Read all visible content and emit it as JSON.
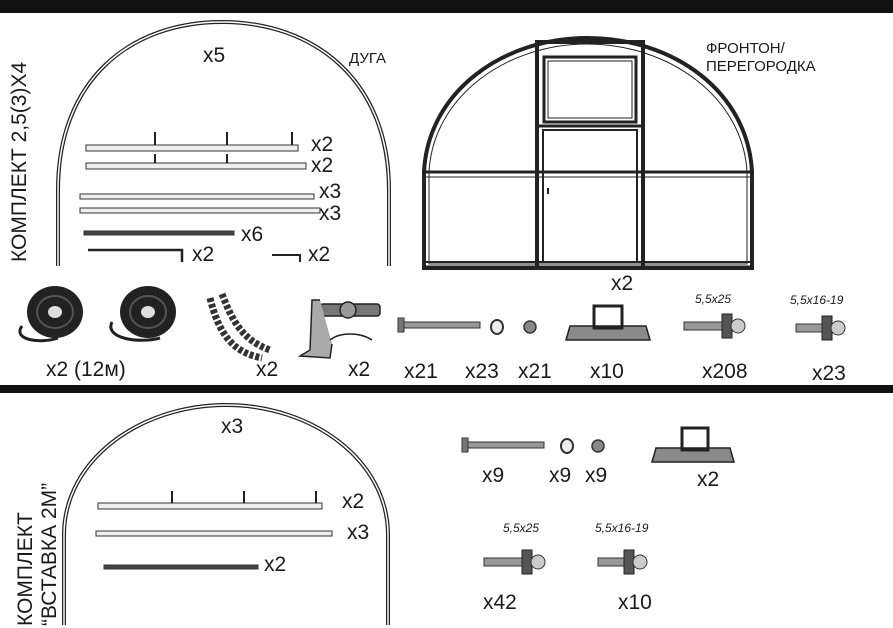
{
  "kit1": {
    "title": "КОМПЛЕКТ 2,5(3)Х4",
    "arc_label": "ДУГА",
    "arc_qty": "x5",
    "front_label_1": "ФРОНТОН/",
    "front_label_2": "ПЕРЕГОРОДКА",
    "front_qty": "x2",
    "bars_qty": [
      "x2",
      "x2",
      "x3",
      "x3",
      "x6",
      "x2",
      "x2"
    ],
    "hardware": {
      "tape_qty": "x2 (12м)",
      "cord_qty": "x2",
      "clamp_qty": "x2",
      "bolt_qty": "x21",
      "washer_qty": "x23",
      "nut_qty": "x21",
      "bracket_qty": "x10",
      "screw_a_size": "5,5x25",
      "screw_a_qty": "x208",
      "screw_b_size": "5,5x16-19",
      "screw_b_qty": "x23"
    }
  },
  "kit2": {
    "title_line1": "КОМПЛЕКТ",
    "title_line2": "“ВСТАВКА 2М”",
    "arc_qty": "x3",
    "bars_qty": [
      "x2",
      "x3",
      "x2"
    ],
    "hardware": {
      "bolt_qty": "x9",
      "washer_qty": "x9",
      "nut_qty": "x9",
      "bracket_qty": "x2",
      "screw_a_size": "5,5x25",
      "screw_a_qty": "x42",
      "screw_b_size": "5,5x16-19",
      "screw_b_qty": "x10"
    }
  }
}
